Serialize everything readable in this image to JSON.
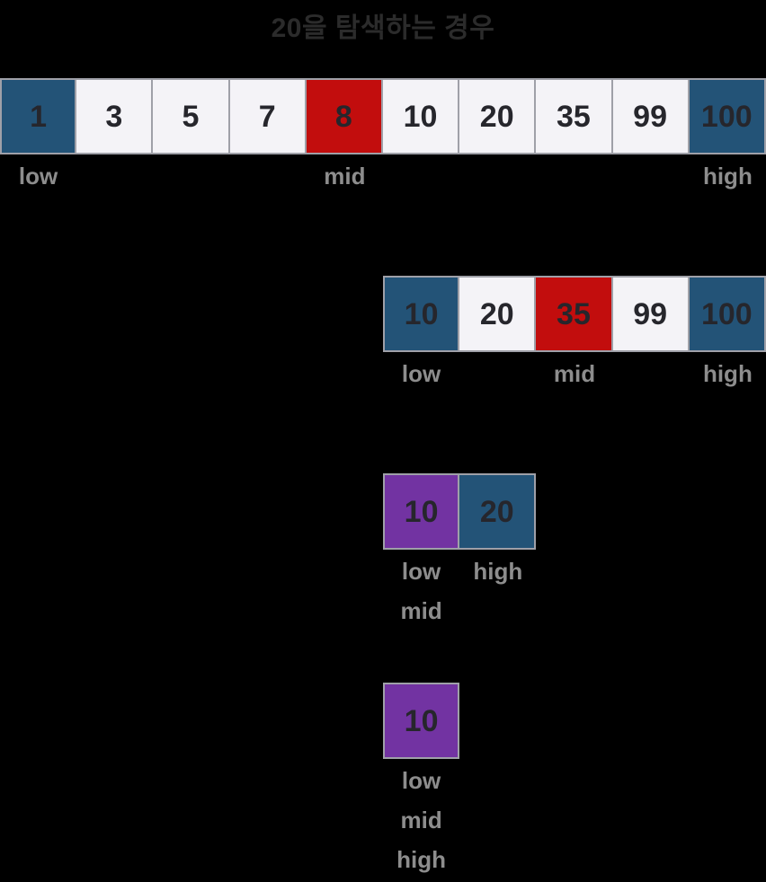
{
  "title": "20을 탐색하는 경우",
  "colors": {
    "background": "#000000",
    "title_text": "#2b2b2b",
    "cell_plain": "#f4f3f7",
    "cell_low_high": "#235377",
    "cell_mid": "#c20d0d",
    "cell_low_mid": "#7233a2",
    "cell_border": "#9fa0a8",
    "number_text": "#26262c",
    "pointer_text": "#8d8d8d"
  },
  "legend_meaning": {
    "blue": "low / high pointer cell",
    "red": "mid pointer cell",
    "purple": "low and mid pointer overlap cell",
    "plain": "unmarked array cell"
  },
  "steps": [
    {
      "name": "step-1",
      "start_index": 0,
      "cells": [
        {
          "value": "1",
          "variant": "low"
        },
        {
          "value": "3",
          "variant": "plain"
        },
        {
          "value": "5",
          "variant": "plain"
        },
        {
          "value": "7",
          "variant": "plain"
        },
        {
          "value": "8",
          "variant": "mid"
        },
        {
          "value": "10",
          "variant": "plain"
        },
        {
          "value": "20",
          "variant": "plain"
        },
        {
          "value": "35",
          "variant": "plain"
        },
        {
          "value": "99",
          "variant": "plain"
        },
        {
          "value": "100",
          "variant": "high"
        }
      ],
      "pointers": [
        {
          "text": "low",
          "cell": 0,
          "line": 0
        },
        {
          "text": "mid",
          "cell": 4,
          "line": 0
        },
        {
          "text": "high",
          "cell": 9,
          "line": 0
        }
      ]
    },
    {
      "name": "step-2",
      "start_index": 5,
      "cells": [
        {
          "value": "10",
          "variant": "low"
        },
        {
          "value": "20",
          "variant": "plain"
        },
        {
          "value": "35",
          "variant": "mid"
        },
        {
          "value": "99",
          "variant": "plain"
        },
        {
          "value": "100",
          "variant": "high"
        }
      ],
      "pointers": [
        {
          "text": "low",
          "cell": 0,
          "line": 0
        },
        {
          "text": "mid",
          "cell": 2,
          "line": 0
        },
        {
          "text": "high",
          "cell": 4,
          "line": 0
        }
      ]
    },
    {
      "name": "step-3",
      "start_index": 5,
      "cells": [
        {
          "value": "10",
          "variant": "low-mid"
        },
        {
          "value": "20",
          "variant": "high"
        }
      ],
      "pointers": [
        {
          "text": "low",
          "cell": 0,
          "line": 0
        },
        {
          "text": "high",
          "cell": 1,
          "line": 0
        },
        {
          "text": "mid",
          "cell": 0,
          "line": 1
        }
      ]
    },
    {
      "name": "step-4",
      "start_index": 5,
      "cells": [
        {
          "value": "10",
          "variant": "low-mid"
        }
      ],
      "pointers": [
        {
          "text": "low",
          "cell": 0,
          "line": 0
        },
        {
          "text": "mid",
          "cell": 0,
          "line": 1
        },
        {
          "text": "high",
          "cell": 0,
          "line": 2
        }
      ]
    }
  ]
}
